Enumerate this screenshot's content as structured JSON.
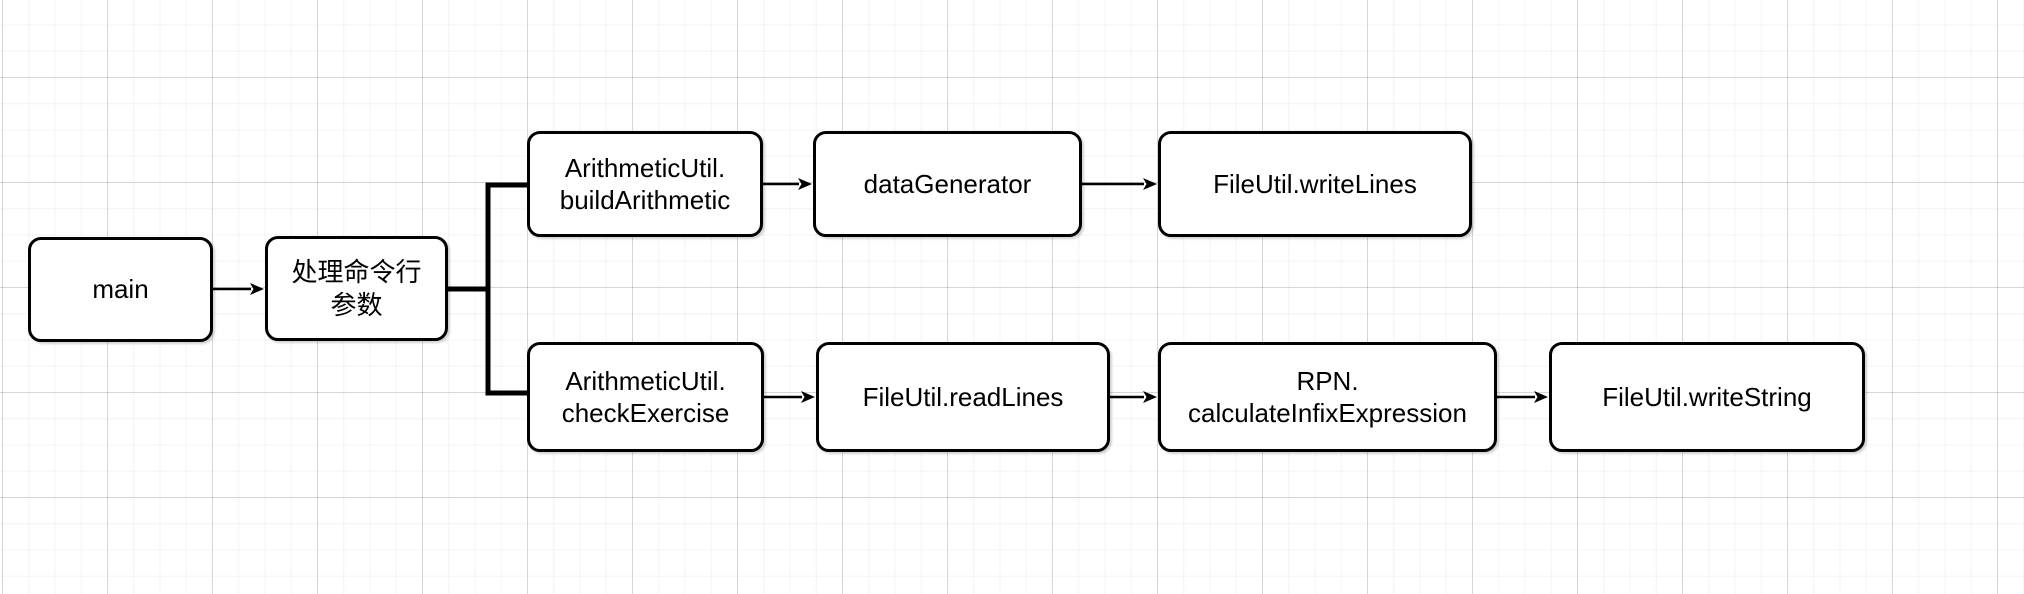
{
  "diagram": {
    "type": "flowchart",
    "canvas": {
      "background_color": "#ffffff",
      "grid_minor_color": "#f3f3f3",
      "grid_major_color": "#e2e2e2",
      "node_fill": "#ffffff",
      "node_stroke": "#000000",
      "edge_color": "#000000"
    },
    "nodes": [
      {
        "id": "main",
        "lines": [
          "main"
        ]
      },
      {
        "id": "handle-cli-args",
        "lines": [
          "处理命令行",
          "参数"
        ],
        "full_label": "处理命令行参数"
      },
      {
        "id": "build-arithmetic",
        "lines": [
          "ArithmeticUtil.",
          "buildArithmetic"
        ],
        "full_label": "ArithmeticUtil.buildArithmetic"
      },
      {
        "id": "data-generator",
        "lines": [
          "dataGenerator"
        ]
      },
      {
        "id": "write-lines",
        "lines": [
          "FileUtil.writeLines"
        ]
      },
      {
        "id": "check-exercise",
        "lines": [
          "ArithmeticUtil.",
          "checkExercise"
        ],
        "full_label": "ArithmeticUtil.checkExercise"
      },
      {
        "id": "read-lines",
        "lines": [
          "FileUtil.readLines"
        ]
      },
      {
        "id": "calc-infix",
        "lines": [
          "RPN.",
          "calculateInfixExpression"
        ],
        "full_label": "RPN.calculateInfixExpression"
      },
      {
        "id": "write-string",
        "lines": [
          "FileUtil.writeString"
        ]
      }
    ],
    "edges": [
      {
        "from": "main",
        "to": "handle-cli-args",
        "style": "arrow"
      },
      {
        "from": "handle-cli-args",
        "to": "build-arithmetic",
        "style": "thick-elbow"
      },
      {
        "from": "handle-cli-args",
        "to": "check-exercise",
        "style": "thick-elbow"
      },
      {
        "from": "build-arithmetic",
        "to": "data-generator",
        "style": "arrow"
      },
      {
        "from": "data-generator",
        "to": "write-lines",
        "style": "arrow"
      },
      {
        "from": "check-exercise",
        "to": "read-lines",
        "style": "arrow"
      },
      {
        "from": "read-lines",
        "to": "calc-infix",
        "style": "arrow"
      },
      {
        "from": "calc-infix",
        "to": "write-string",
        "style": "arrow"
      }
    ]
  }
}
